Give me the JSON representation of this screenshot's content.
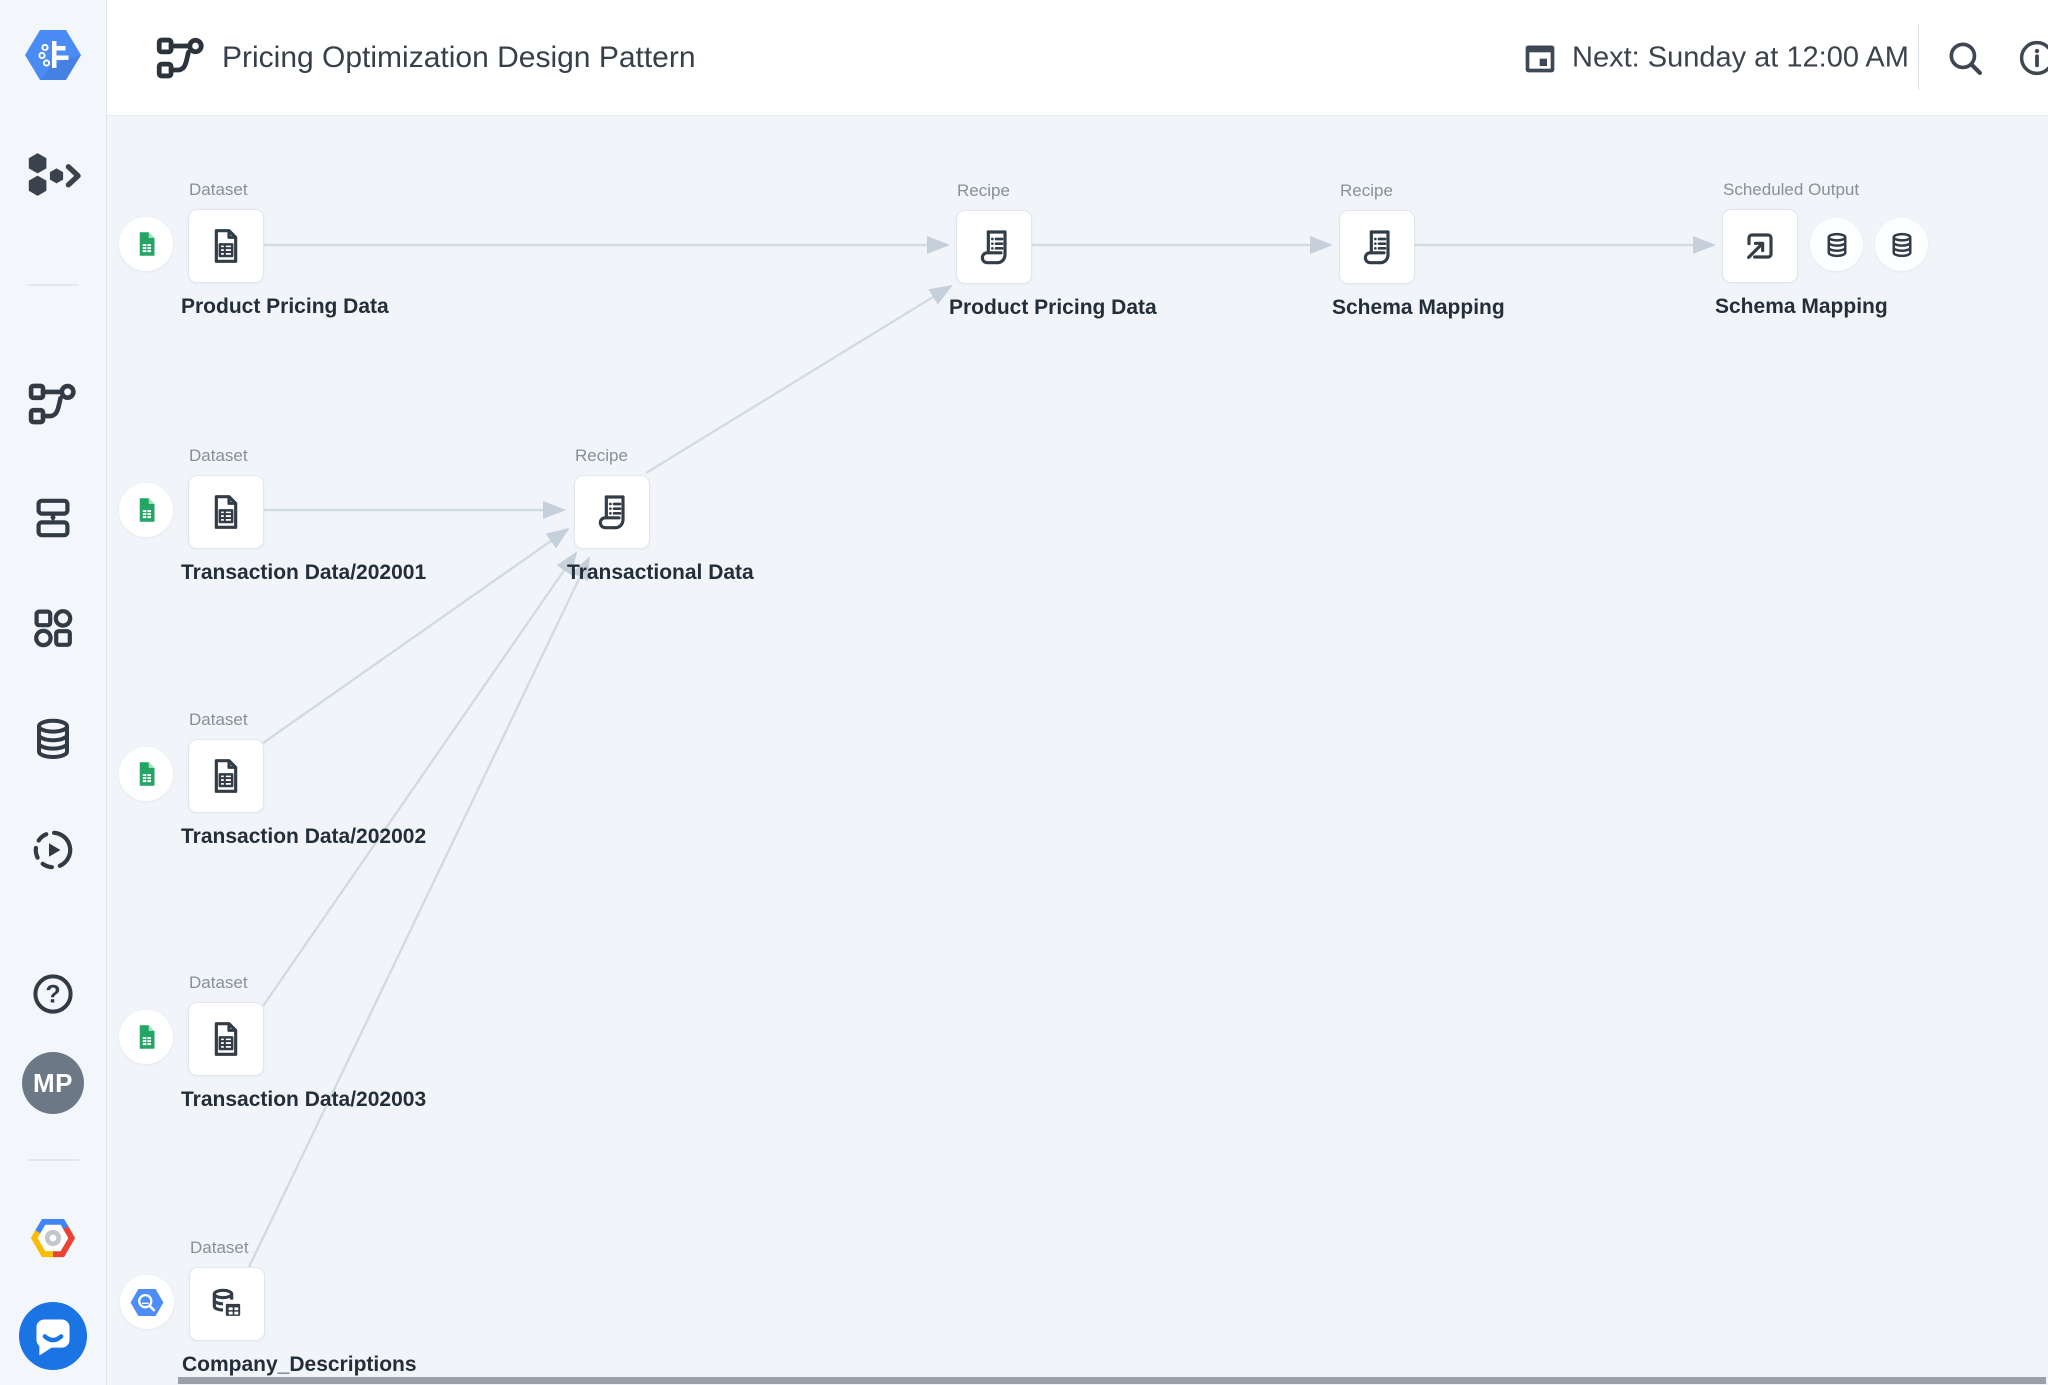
{
  "header": {
    "title": "Pricing Optimization Design Pattern",
    "schedule": "Next: Sunday at 12:00 AM",
    "icons": [
      "flow-icon",
      "calendar-icon",
      "search-icon",
      "info-icon"
    ]
  },
  "sidebar": {
    "user_initials": "MP",
    "items": [
      {
        "icon": "dataprep-logo"
      },
      {
        "icon": "hexagon-cluster-expand-icon"
      },
      {
        "icon": "flows-icon"
      },
      {
        "icon": "plans-icon"
      },
      {
        "icon": "library-icon"
      },
      {
        "icon": "datasets-database-icon"
      },
      {
        "icon": "job-history-run-icon"
      },
      {
        "icon": "help-icon"
      },
      {
        "icon": "user-avatar"
      },
      {
        "icon": "google-cloud-logo"
      },
      {
        "icon": "chat-support-icon"
      }
    ]
  },
  "canvas": {
    "nodes": [
      {
        "kind": "Dataset",
        "name": "Product Pricing Data",
        "badge": "google-sheets"
      },
      {
        "kind": "Recipe",
        "name": "Product Pricing Data"
      },
      {
        "kind": "Recipe",
        "name": "Schema Mapping"
      },
      {
        "kind": "Scheduled Output",
        "name": "Schema Mapping",
        "outputs": [
          "database",
          "database"
        ]
      },
      {
        "kind": "Dataset",
        "name": "Transaction Data/202001",
        "badge": "google-sheets"
      },
      {
        "kind": "Recipe",
        "name": "Transactional Data"
      },
      {
        "kind": "Dataset",
        "name": "Transaction Data/202002",
        "badge": "google-sheets"
      },
      {
        "kind": "Dataset",
        "name": "Transaction Data/202003",
        "badge": "google-sheets"
      },
      {
        "kind": "Dataset",
        "name": "Company_Descriptions",
        "badge": "bigquery"
      }
    ],
    "edges": [
      {
        "from": "Product Pricing Data (dataset)",
        "to": "Product Pricing Data (recipe)"
      },
      {
        "from": "Product Pricing Data (recipe)",
        "to": "Schema Mapping (recipe)"
      },
      {
        "from": "Schema Mapping (recipe)",
        "to": "Schema Mapping (scheduled output)"
      },
      {
        "from": "Transaction Data/202001",
        "to": "Transactional Data"
      },
      {
        "from": "Transactional Data",
        "to": "Product Pricing Data (recipe)"
      },
      {
        "from": "Transaction Data/202002",
        "to": "Transactional Data"
      },
      {
        "from": "Transaction Data/202003",
        "to": "Transactional Data"
      },
      {
        "from": "Company_Descriptions",
        "to": "Transactional Data"
      }
    ],
    "colors": {
      "canvas_bg": "#f1f5fa",
      "edge_gray": "#d2dae2",
      "sheets_green": "#23a566",
      "bigquery_blue": "#4e8df6",
      "dataprep_blue": "#4b8bf5",
      "avatar_gray": "#6d7886",
      "chat_blue": "#1b74e4"
    }
  }
}
